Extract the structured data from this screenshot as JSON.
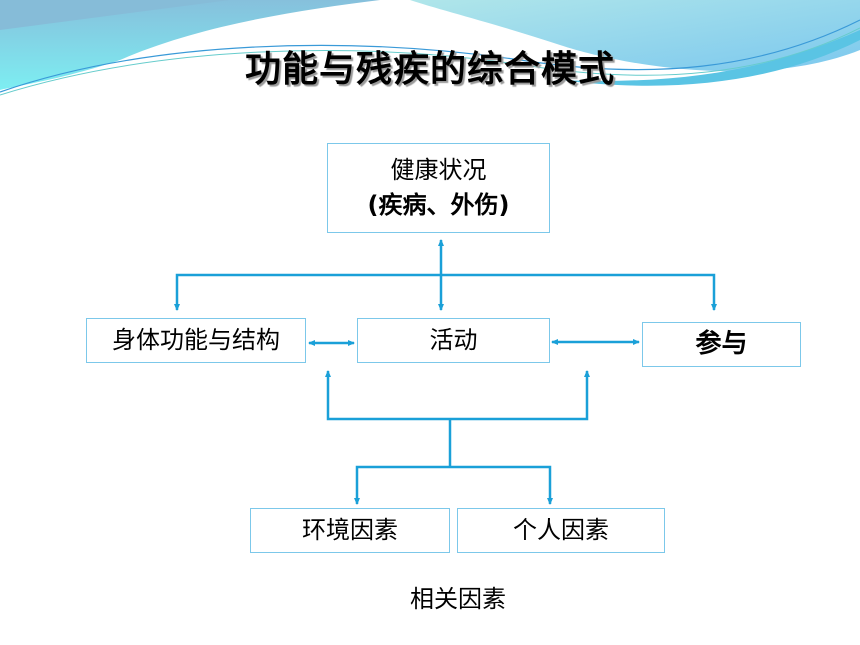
{
  "title": "功能与残疾的综合模式",
  "health": {
    "line1": "健康状况",
    "line2": "(疾病、外伤)"
  },
  "body_function": "身体功能与结构",
  "activity": "活动",
  "participation": "参与",
  "environment": "环境因素",
  "personal": "个人因素",
  "contextual_label": "相关因素",
  "colors": {
    "arrow": "#1aa0d8",
    "border": "#7cc8ea"
  }
}
